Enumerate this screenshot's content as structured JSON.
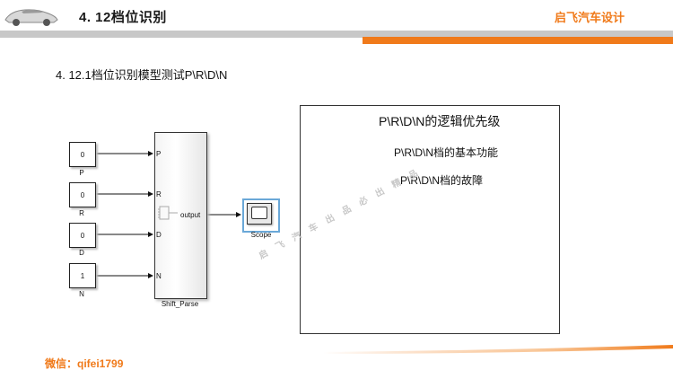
{
  "header": {
    "title": "4. 12档位识别",
    "brand": "启飞汽车设计"
  },
  "slide": {
    "subtitle": "4. 12.1档位识别模型测试P\\R\\D\\N"
  },
  "model": {
    "constants": [
      {
        "value": "0",
        "label": "P"
      },
      {
        "value": "0",
        "label": "R"
      },
      {
        "value": "0",
        "label": "D"
      },
      {
        "value": "1",
        "label": "N"
      }
    ],
    "subsystem": {
      "name": "Shift_Parse",
      "inputs": [
        "P",
        "R",
        "D",
        "N"
      ],
      "output": "output"
    },
    "scope": {
      "label": "Scope"
    }
  },
  "info": {
    "line1": "P\\R\\D\\N的逻辑优先级",
    "line2": "P\\R\\D\\N档的基本功能",
    "line3": "P\\R\\D\\N档的故障"
  },
  "watermark": "启飞汽车出品必出精品",
  "footer": {
    "wechat": "微信：qifei1799"
  },
  "colors": {
    "accent": "#f07a1a",
    "header_bar": "#c8c8c8",
    "scope_highlight": "#6aa8d8"
  }
}
